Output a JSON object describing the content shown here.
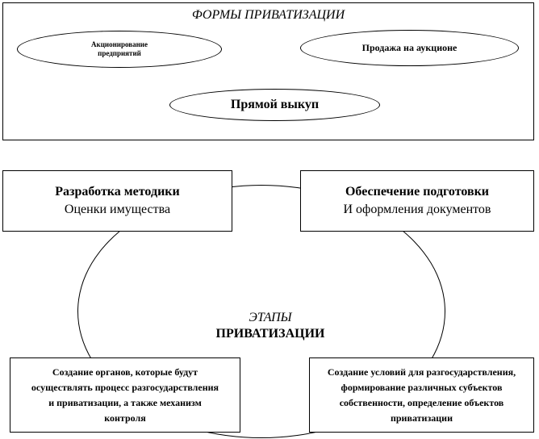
{
  "forms": {
    "title": "ФОРМЫ ПРИВАТИЗАЦИИ",
    "items": [
      "Акционирование предприятий",
      "Продажа на аукционе",
      "Прямой выкуп"
    ]
  },
  "stages": {
    "center_line1": "ЭТАПЫ",
    "center_line2": "ПРИВАТИЗАЦИИ",
    "top_left": {
      "line1": "Разработка методики",
      "line2": "Оценки имущества"
    },
    "top_right": {
      "line1": "Обеспечение подготовки",
      "line2": "И оформления документов"
    },
    "bottom_left": "Создание органов, которые будут осуществлять процесс разгосударствления и приватизации, а также механизм контроля",
    "bottom_right": "Создание условий для разгосударствления, формирование различных субъектов собственности, определение объектов приватизации"
  }
}
